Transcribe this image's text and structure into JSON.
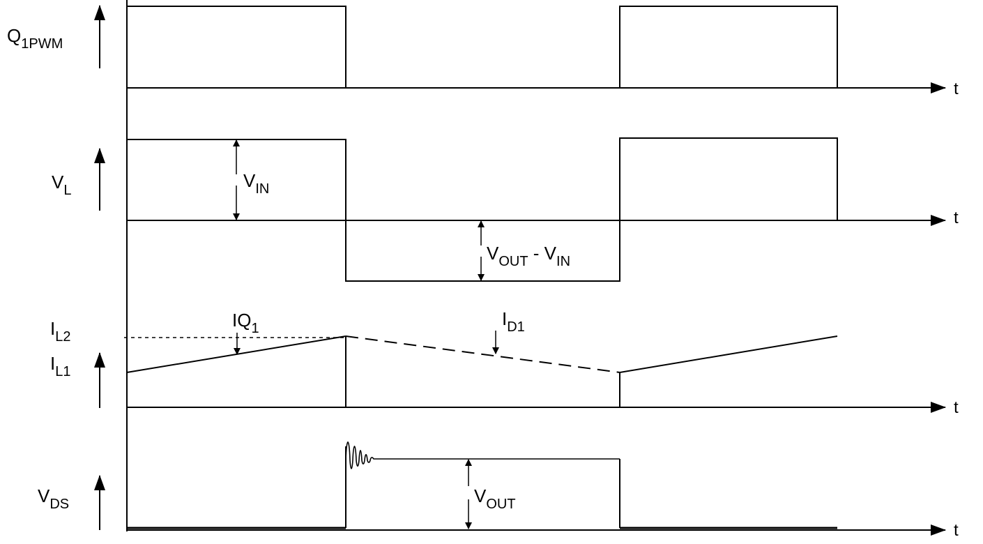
{
  "rows": [
    {
      "id": "q1pwm",
      "main": "Q",
      "sub": "1PWM"
    },
    {
      "id": "vl",
      "main": "V",
      "sub": "L"
    },
    {
      "id": "il2",
      "main": "I",
      "sub": "L2"
    },
    {
      "id": "il1",
      "main": "I",
      "sub": "L1"
    },
    {
      "id": "vds",
      "main": "V",
      "sub": "DS"
    }
  ],
  "time_axis_label": "t",
  "annotations": {
    "vin": {
      "main": "V",
      "sub": "IN"
    },
    "vout_minus_vin": {
      "main1": "V",
      "sub1": "OUT",
      "sep": " - ",
      "main2": "V",
      "sub2": "IN"
    },
    "iq1": {
      "main": "IQ",
      "sub": "1"
    },
    "id1": {
      "main": "I",
      "sub": "D1"
    },
    "vout": {
      "main": "V",
      "sub": "OUT"
    }
  }
}
